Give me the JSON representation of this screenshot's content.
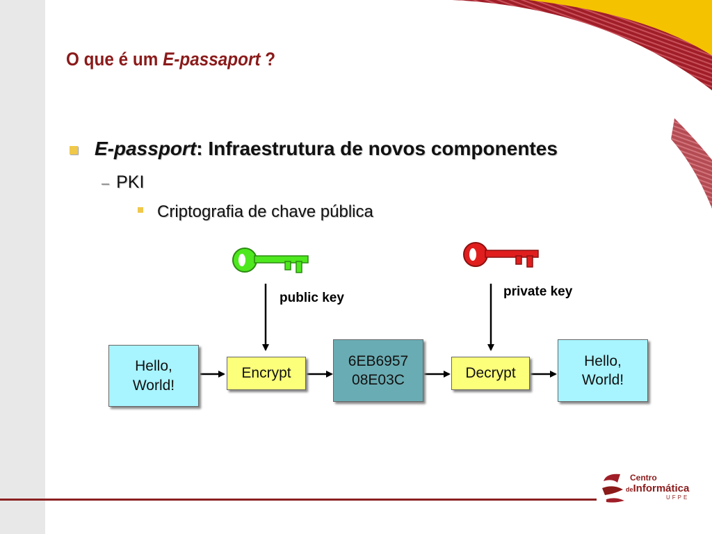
{
  "slide": {
    "title_prefix": "O que é um ",
    "title_italic": "E-passaport",
    "title_suffix": " ?"
  },
  "bullets": {
    "level1_italic": "E-passport",
    "level1_rest": ": Infraestrutura de novos componentes",
    "level2": "PKI",
    "level2_marker": "–",
    "level3": "Criptografia de chave pública"
  },
  "diagram": {
    "public_key_label": "public key",
    "private_key_label": "private key",
    "plaintext_in": "Hello,\nWorld!",
    "encrypt": "Encrypt",
    "ciphertext": "6EB6957\n08E03C",
    "decrypt": "Decrypt",
    "plaintext_out": "Hello,\nWorld!",
    "colors": {
      "public_key": "#4ee81e",
      "private_key": "#e01e1e",
      "plaintext_box": "#a8f4ff",
      "operation_box": "#fbff7a",
      "ciphertext_box": "#6aacb3"
    }
  },
  "footer": {
    "logo_line1": "Centro",
    "logo_line2_prefix": "de",
    "logo_line2": "Informática",
    "logo_line3": "UFPE"
  },
  "theme": {
    "title_color": "#8b1a1a",
    "accent_yellow": "#f0c84a",
    "accent_red": "#8b2020"
  }
}
